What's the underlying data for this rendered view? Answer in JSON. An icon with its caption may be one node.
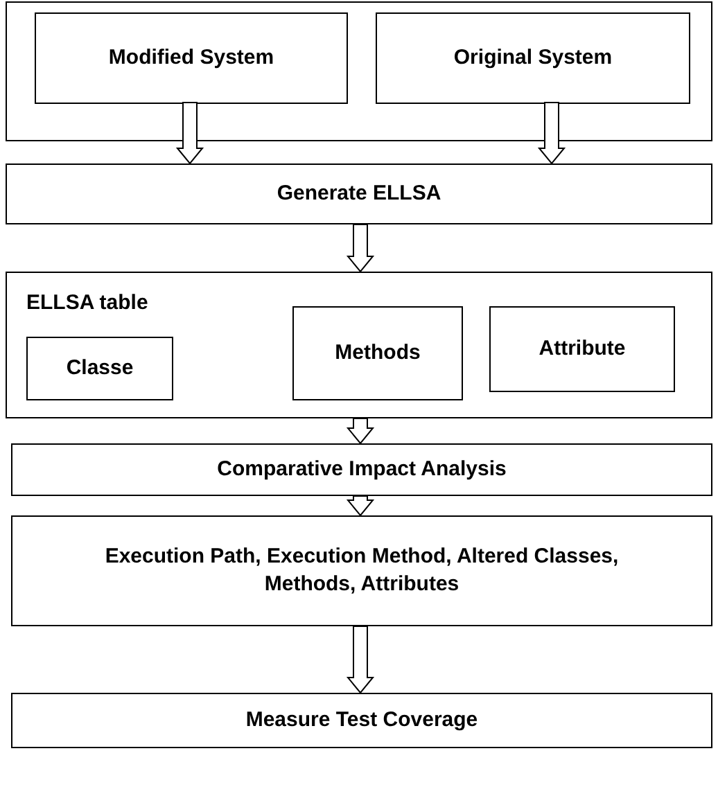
{
  "diagram": {
    "nodes": [
      {
        "text": [],
        "shape": "box"
      },
      {
        "text": [
          "Modified System"
        ],
        "in": 0
      },
      {
        "text": [
          "Original System"
        ],
        "in": 0
      },
      {
        "text": [
          "Generate ELLSA"
        ]
      },
      {
        "text": [
          "ELLSA table"
        ]
      },
      {
        "text": [
          "Classe"
        ],
        "in": 4
      },
      {
        "text": [
          "Methods"
        ],
        "in": 4
      },
      {
        "text": [
          "Attribute"
        ],
        "in": 4
      },
      {
        "text": [
          "Comparative Impact Analysis"
        ]
      },
      {
        "text": [
          "Execution Path, Execution Method, Altered Classes, Methods, Attributes"
        ]
      },
      {
        "text": [
          "Measure Test Coverage"
        ]
      }
    ],
    "edges": [
      {
        "from": 1,
        "to": 3,
        "arrow": "to"
      },
      {
        "from": 2,
        "to": 3,
        "arrow": "to"
      },
      {
        "from": 3,
        "to": 4,
        "arrow": "to"
      },
      {
        "from": 4,
        "to": 8,
        "arrow": "to"
      },
      {
        "from": 8,
        "to": 9,
        "arrow": "to"
      },
      {
        "from": 9,
        "to": 10,
        "arrow": "to"
      }
    ]
  }
}
